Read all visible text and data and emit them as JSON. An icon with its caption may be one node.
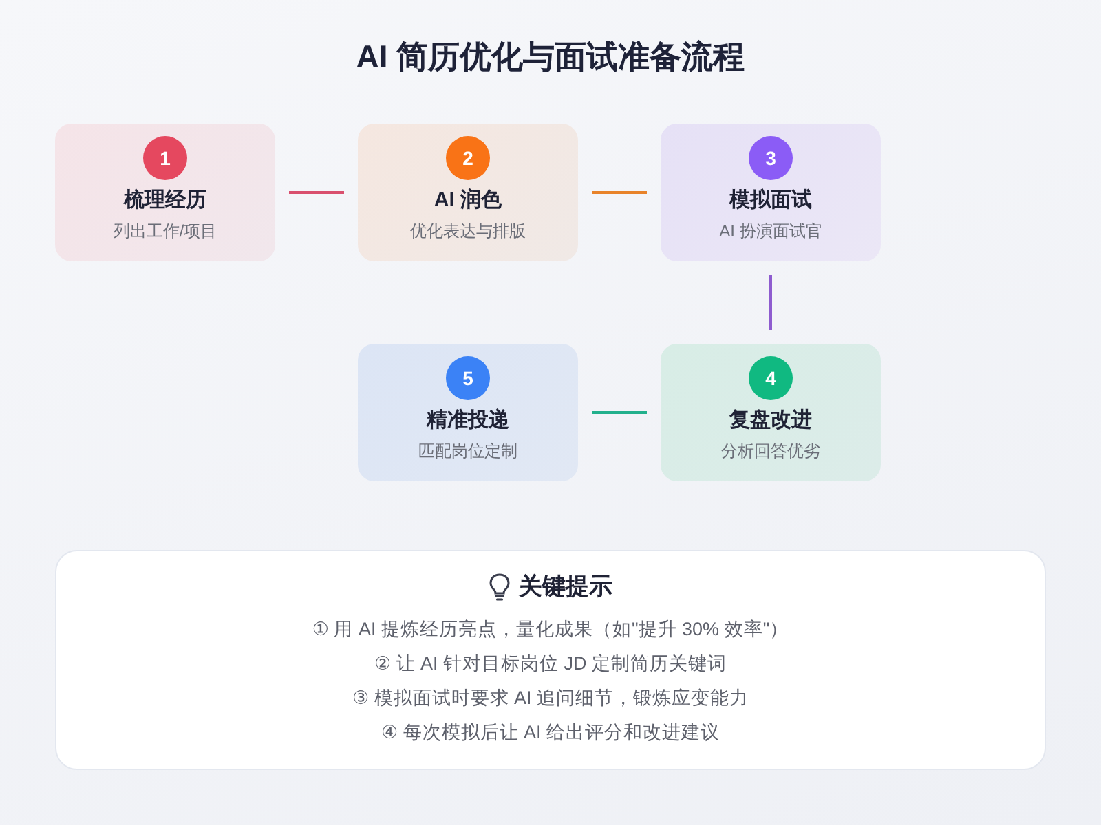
{
  "diagram": {
    "title": "AI 简历优化与面试准备流程",
    "nodes": [
      {
        "text": [
          "1",
          "梳理经历",
          "列出工作/项目"
        ]
      },
      {
        "text": [
          "2",
          "AI 润色",
          "优化表达与排版"
        ]
      },
      {
        "text": [
          "3",
          "模拟面试",
          "AI 扮演面试官"
        ]
      },
      {
        "text": [
          "4",
          "复盘改进",
          "分析回答优劣"
        ]
      },
      {
        "text": [
          "5",
          "精准投递",
          "匹配岗位定制"
        ]
      },
      {
        "text": [
          "关键提示",
          "① 用 AI 提炼经历亮点，量化成果（如\"提升 30% 效率\"）",
          "② 让 AI 针对目标岗位 JD 定制简历关键词",
          "③ 模拟面试时要求 AI 追问细节，锻炼应变能力",
          "④ 每次模拟后让 AI 给出评分和改进建议"
        ]
      }
    ],
    "edges": [
      {
        "from": 0,
        "to": 1,
        "arrow": "none",
        "color": "#d9506e"
      },
      {
        "from": 1,
        "to": 2,
        "arrow": "none",
        "color": "#e8832a"
      },
      {
        "from": 2,
        "to": 3,
        "arrow": "none",
        "color": "#8e5ccf"
      },
      {
        "from": 3,
        "to": 4,
        "arrow": "none",
        "color": "#22b08c"
      }
    ]
  }
}
